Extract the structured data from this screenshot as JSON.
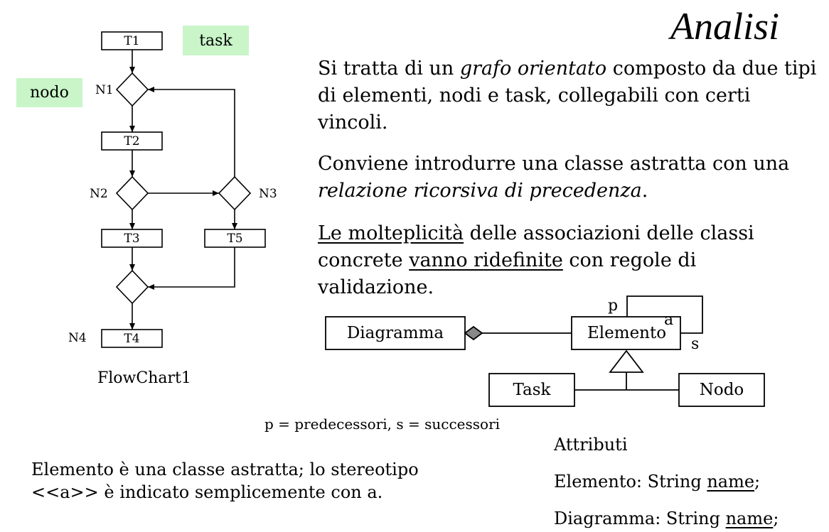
{
  "title": "Analisi",
  "paragraphs": {
    "p1": {
      "a": "Si tratta di un ",
      "b": "grafo orientato",
      "c": " composto da due tipi di elementi, nodi e task, collegabili con certi vincoli."
    },
    "p2": {
      "a": "Conviene introdurre una classe astratta con una ",
      "b": "relazione ricorsiva di precedenza",
      "c": "."
    },
    "p3": {
      "a": "Le molteplicità",
      "b": " delle associazioni delle classi concrete ",
      "c": "vanno ridefinite",
      "d": " con regole di validazione."
    }
  },
  "flowchart": {
    "tags": {
      "task": "task",
      "nodo": "nodo"
    },
    "tasks": {
      "t1": "T1",
      "t2": "T2",
      "t3": "T3",
      "t4": "T4",
      "t5": "T5"
    },
    "nodes": {
      "n1": "N1",
      "n2": "N2",
      "n3": "N3",
      "n4": "N4"
    },
    "caption": "FlowChart1"
  },
  "uml": {
    "diagramma": "Diagramma",
    "elemento": "Elemento",
    "task": "Task",
    "nodo": "Nodo",
    "p": "p",
    "a": "a",
    "s": "s",
    "legend": "p = predecessori, s = successori"
  },
  "note": {
    "line1": "Elemento è una classe astratta; lo stereotipo",
    "line2": "<<a>> è indicato semplicemente con a."
  },
  "attributes": {
    "heading": "Attributi",
    "elemento": {
      "prefix": "Elemento: String ",
      "name": "name",
      "suffix": ";"
    },
    "diagramma": {
      "prefix": "Diagramma: String ",
      "name": "name",
      "suffix": ";"
    }
  }
}
